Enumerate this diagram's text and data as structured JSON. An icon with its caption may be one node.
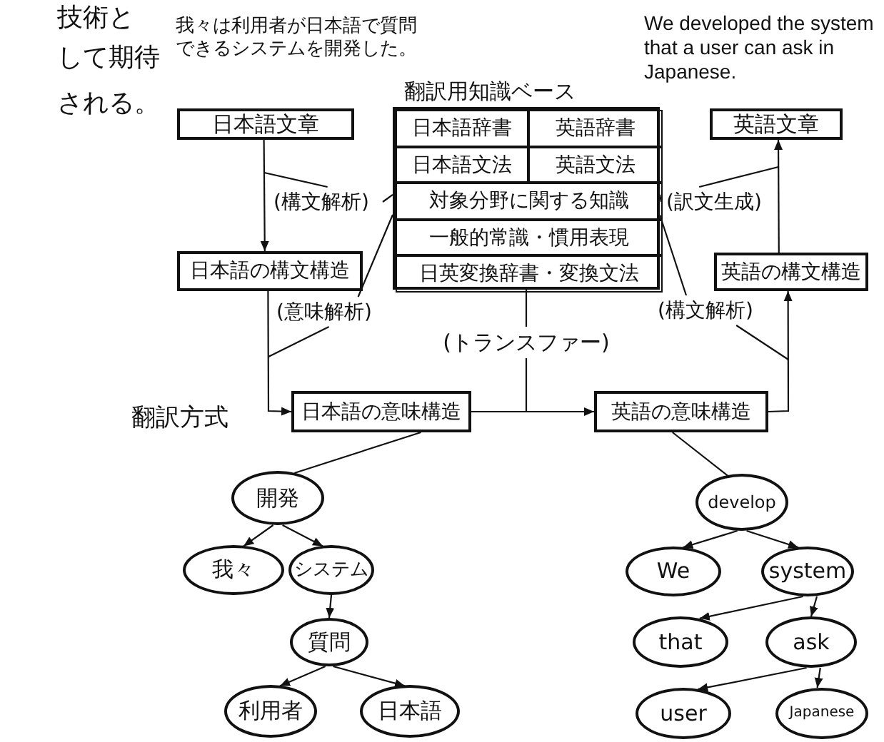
{
  "diagram": {
    "nodes": [
      {
        "text": [
          "翻訳用知識ベース"
        ]
      },
      {
        "text": [
          "日本語辞書"
        ],
        "in": 0
      },
      {
        "text": [
          "英語辞書"
        ],
        "in": 0
      },
      {
        "text": [
          "日本語文法"
        ],
        "in": 0
      },
      {
        "text": [
          "英語文法"
        ],
        "in": 0
      },
      {
        "text": [
          "対象分野に関する知識"
        ],
        "in": 0
      },
      {
        "text": [
          "一般的常識・慣用表現"
        ],
        "in": 0
      },
      {
        "text": [
          "日英変換辞書・変換文法"
        ],
        "in": 0
      },
      {
        "text": [
          "日本語文章"
        ]
      },
      {
        "text": [
          "英語文章"
        ]
      },
      {
        "text": [
          "(構文解析)"
        ]
      },
      {
        "text": [
          "(訳文生成)"
        ]
      },
      {
        "text": [
          "日本語の構文構造"
        ]
      },
      {
        "text": [
          "英語の構文構造"
        ]
      },
      {
        "text": [
          "(意味解析)"
        ]
      },
      {
        "text": [
          "(構文解析)"
        ]
      },
      {
        "text": [
          "(トランスファー)"
        ]
      },
      {
        "text": [
          "日本語の意味構造"
        ]
      },
      {
        "text": [
          "英語の意味構造"
        ]
      },
      {
        "text": [
          "開発"
        ]
      },
      {
        "text": [
          "我々"
        ]
      },
      {
        "text": [
          "システム"
        ]
      },
      {
        "text": [
          "質問"
        ]
      },
      {
        "text": [
          "利用者"
        ]
      },
      {
        "text": [
          "日本語"
        ]
      },
      {
        "text": [
          "develop"
        ]
      },
      {
        "text": [
          "We"
        ]
      },
      {
        "text": [
          "system"
        ]
      },
      {
        "text": [
          "that"
        ]
      },
      {
        "text": [
          "ask"
        ]
      },
      {
        "text": [
          "user"
        ]
      },
      {
        "text": [
          "Japanese"
        ]
      }
    ],
    "edges": [
      {
        "from": 8,
        "to": 12,
        "arrow": "to"
      },
      {
        "from": 10,
        "to": null,
        "arrow": "none"
      },
      {
        "from": 10,
        "to": 0,
        "arrow": "none"
      },
      {
        "from": 13,
        "to": 9,
        "arrow": "to"
      },
      {
        "from": 11,
        "to": null,
        "arrow": "none"
      },
      {
        "from": 11,
        "to": 0,
        "arrow": "none"
      },
      {
        "from": 12,
        "to": 17,
        "arrow": "to"
      },
      {
        "from": 14,
        "to": null,
        "arrow": "none"
      },
      {
        "from": 14,
        "to": 0,
        "arrow": "none"
      },
      {
        "from": 18,
        "to": 13,
        "arrow": "to"
      },
      {
        "from": 15,
        "to": null,
        "arrow": "none"
      },
      {
        "from": 15,
        "to": 0,
        "arrow": "none"
      },
      {
        "from": 17,
        "to": 18,
        "arrow": "to"
      },
      {
        "from": 16,
        "to": 0,
        "arrow": "none"
      },
      {
        "from": 16,
        "to": null,
        "arrow": "none"
      },
      {
        "from": 17,
        "to": 19,
        "arrow": "none"
      },
      {
        "from": 19,
        "to": 20,
        "arrow": "to"
      },
      {
        "from": 19,
        "to": 21,
        "arrow": "to"
      },
      {
        "from": 21,
        "to": 22,
        "arrow": "to"
      },
      {
        "from": 22,
        "to": 23,
        "arrow": "to"
      },
      {
        "from": 22,
        "to": 24,
        "arrow": "to"
      },
      {
        "from": 18,
        "to": 25,
        "arrow": "none"
      },
      {
        "from": 25,
        "to": 26,
        "arrow": "to"
      },
      {
        "from": 25,
        "to": 27,
        "arrow": "to"
      },
      {
        "from": 27,
        "to": 28,
        "arrow": "to"
      },
      {
        "from": 27,
        "to": 29,
        "arrow": "to"
      },
      {
        "from": 29,
        "to": 30,
        "arrow": "to"
      },
      {
        "from": 29,
        "to": 31,
        "arrow": "to"
      }
    ],
    "labels": [
      "技術と",
      "して期待",
      "される。",
      "我々は利用者が日本語で質問できるシステムを開発した。",
      "We developed the system that a user can ask in Japanese.",
      "翻訳方式"
    ]
  }
}
